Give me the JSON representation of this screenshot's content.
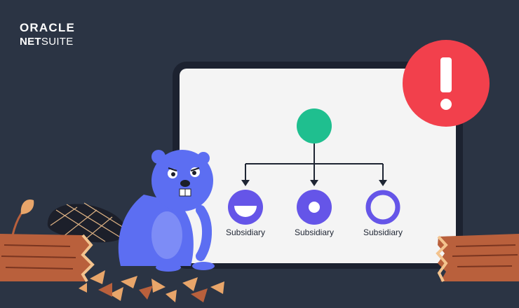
{
  "brand": {
    "line1": "ORACLE",
    "line2_bold": "NET",
    "line2_regular": "SUITE"
  },
  "diagram": {
    "nodes": [
      {
        "label": "Subsidiary",
        "style": "half-filled"
      },
      {
        "label": "Subsidiary",
        "style": "dot"
      },
      {
        "label": "Subsidiary",
        "style": "ring"
      }
    ]
  },
  "alert": {
    "glyph": "!"
  },
  "colors": {
    "background": "#2b3444",
    "screen": "#f4f4f4",
    "parent_node": "#1fbf8f",
    "child_node": "#6555e8",
    "alert": "#f2404c",
    "mascot": "#5c6ef2",
    "wood": "#b9603c"
  }
}
